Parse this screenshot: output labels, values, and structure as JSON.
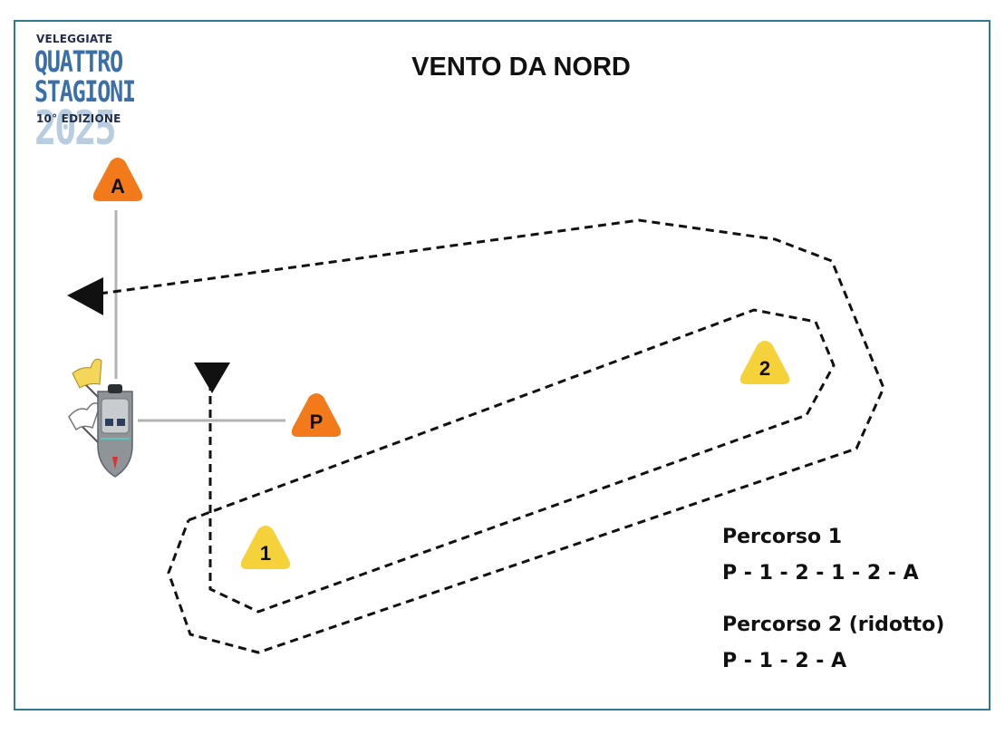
{
  "logo": {
    "line1": "VELEGGIATE",
    "line2": "QUATTRO",
    "line3": "STAGIONI",
    "edition": "10° EDIZIONE",
    "year": "2025"
  },
  "title": "VENTO DA NORD",
  "marks": [
    {
      "id": "A",
      "label": "A",
      "color": "#f27a1a"
    },
    {
      "id": "P",
      "label": "P",
      "color": "#f27a1a"
    },
    {
      "id": "1",
      "label": "1",
      "color": "#f6d23a"
    },
    {
      "id": "2",
      "label": "2",
      "color": "#f6d23a"
    }
  ],
  "legend": {
    "course1_title": "Percorso 1",
    "course1_route": "P - 1 - 2 - 1 - 2 - A",
    "course2_title": "Percorso 2 (ridotto)",
    "course2_route": "P - 1 - 2 - A"
  },
  "colors": {
    "frame": "#2f7a8c",
    "line": "#b3b3b3",
    "path": "#111111",
    "orange_mark": "#f27a1a",
    "yellow_mark": "#f6d23a"
  },
  "icons": {
    "committee_boat": "boat-icon",
    "flag_yellow": "flag-icon",
    "flag_white": "flag-icon"
  }
}
